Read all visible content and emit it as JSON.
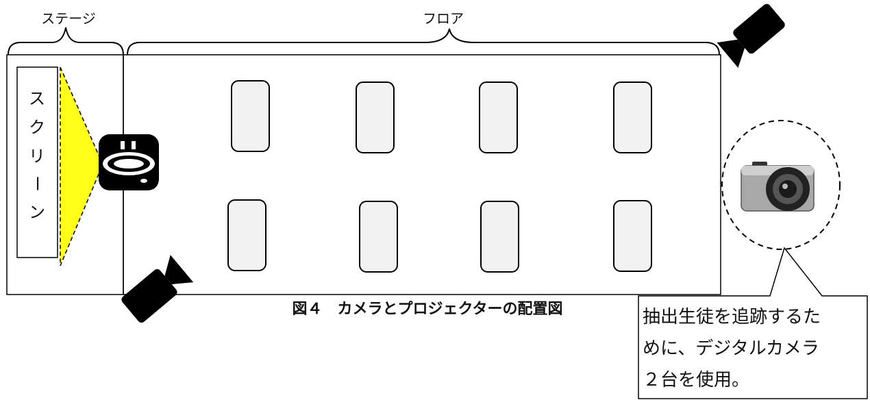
{
  "labels": {
    "stage": "ステージ",
    "floor": "フロア",
    "screen": [
      "ス",
      "ク",
      "リ",
      "ー",
      "ン"
    ],
    "caption": "図４　カメラとプロジェクターの配置図"
  },
  "callout": {
    "lines": [
      "抽出生徒を追跡するた",
      "めに、デジタルカメラ",
      "２台を使用。"
    ]
  },
  "colors": {
    "projection": "#ffff1a",
    "desk_fill": "#f2f2f2",
    "outline": "#000000",
    "camera_body": "#aaaaaa"
  },
  "icons": {
    "projector": "projector-icon",
    "video_cameras": [
      "video-camera-icon",
      "video-camera-icon"
    ],
    "digital_camera": "digital-camera-icon"
  }
}
